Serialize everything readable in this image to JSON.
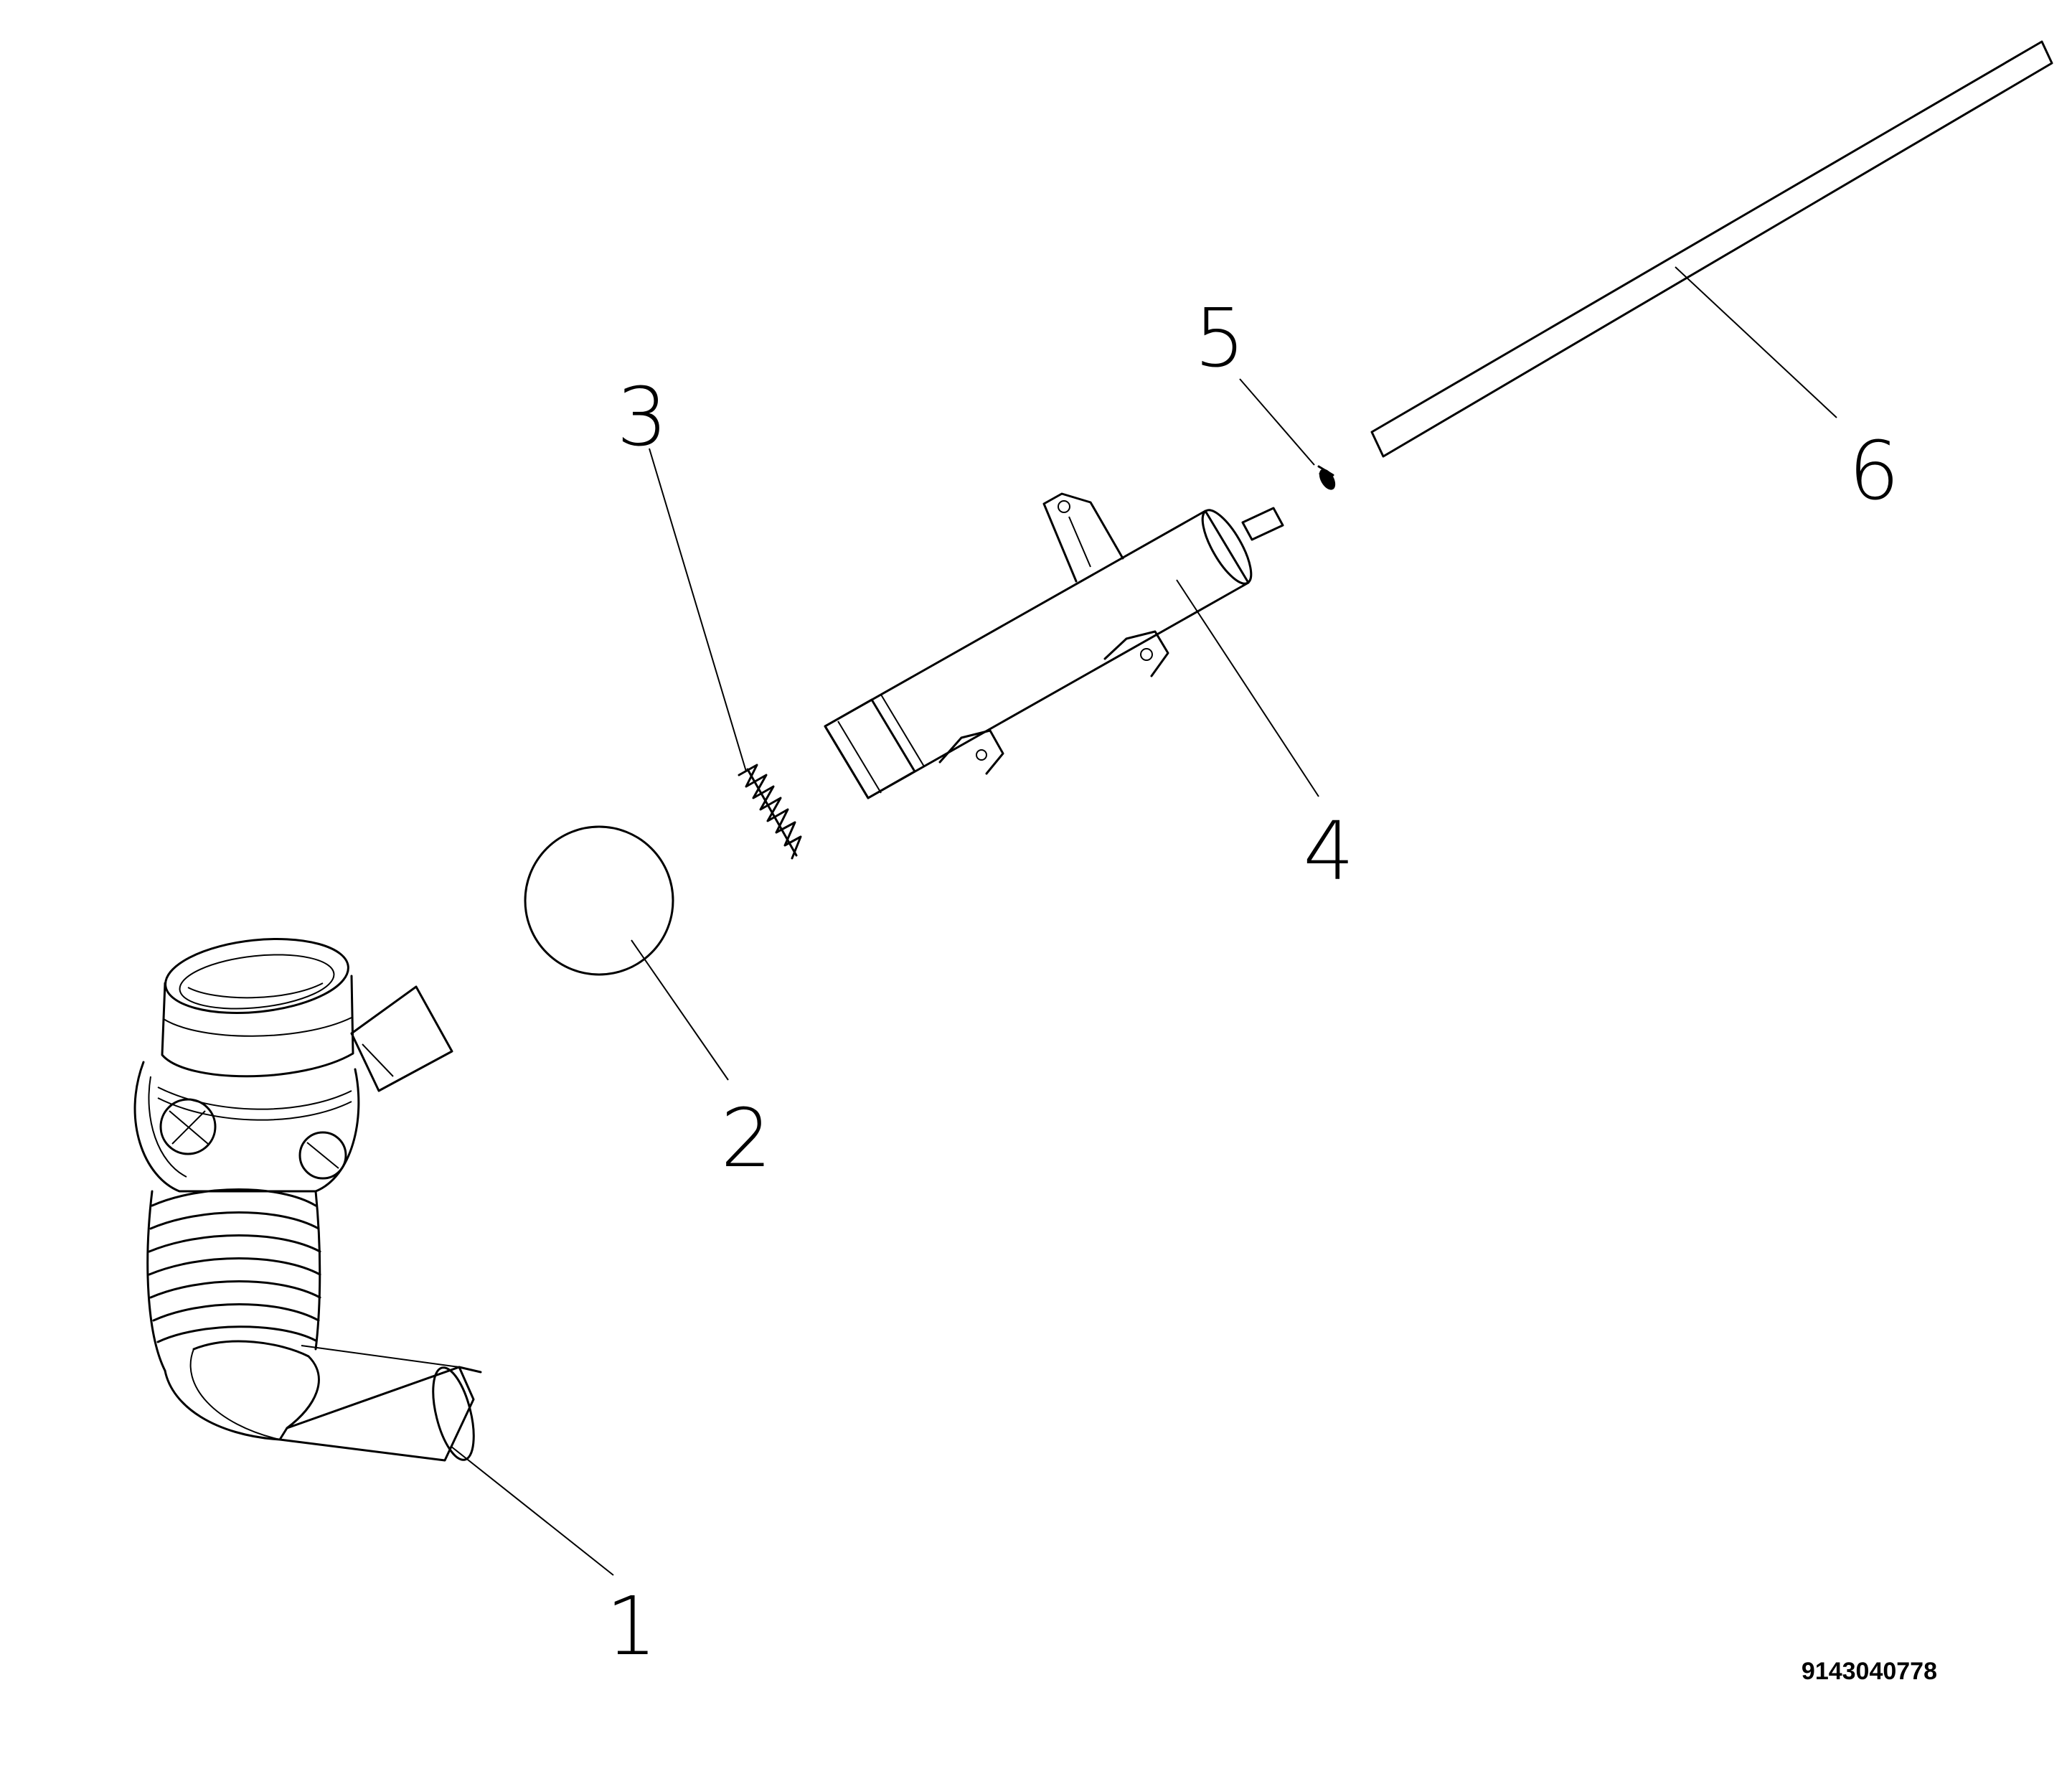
{
  "callouts": {
    "c1": "1",
    "c2": "2",
    "c3": "3",
    "c4": "4",
    "c5": "5",
    "c6": "6"
  },
  "document_number": "9143040778",
  "colors": {
    "line": "#000000",
    "background": "#ffffff"
  }
}
